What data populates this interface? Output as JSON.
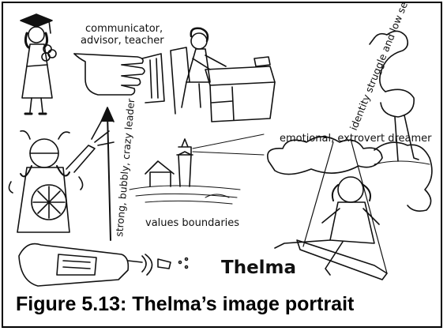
{
  "labels": {
    "communicator": [
      "communicator,",
      "advisor, teacher"
    ],
    "identity": "identity struggle and low self-esteem",
    "leader": "strong, bubbly, crazy leader",
    "boundaries": "values boundaries",
    "dreamer": "emotional, extrovert dreamer",
    "name": "Thelma"
  },
  "caption": "Figure 5.13: Thelma’s image portrait"
}
